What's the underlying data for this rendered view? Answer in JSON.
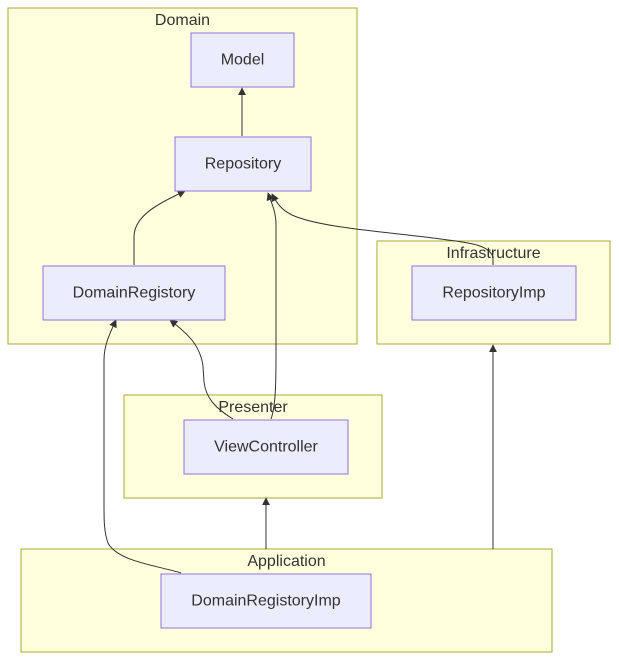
{
  "clusters": {
    "domain": {
      "label": "Domain"
    },
    "infrastructure": {
      "label": "Infrastructure"
    },
    "presenter": {
      "label": "Presenter"
    },
    "application": {
      "label": "Application"
    }
  },
  "nodes": {
    "model": {
      "label": "Model"
    },
    "repository": {
      "label": "Repository"
    },
    "domain_registory": {
      "label": "DomainRegistory"
    },
    "repository_imp": {
      "label": "RepositoryImp"
    },
    "view_controller": {
      "label": "ViewController"
    },
    "domain_registory_imp": {
      "label": "DomainRegistoryImp"
    }
  },
  "edges": [
    {
      "from": "Repository",
      "to": "Model"
    },
    {
      "from": "DomainRegistory",
      "to": "Repository"
    },
    {
      "from": "RepositoryImp",
      "to": "Repository"
    },
    {
      "from": "ViewController",
      "to": "Repository"
    },
    {
      "from": "ViewController",
      "to": "DomainRegistory"
    },
    {
      "from": "DomainRegistoryImp",
      "to": "DomainRegistory"
    },
    {
      "from": "Application",
      "to": "Presenter"
    },
    {
      "from": "Application",
      "to": "Infrastructure"
    }
  ],
  "colors": {
    "cluster_fill": "#ffffde",
    "cluster_stroke": "#aaaa33",
    "node_fill": "#ececff",
    "node_stroke": "#9370db",
    "edge": "#333333",
    "text": "#333333"
  }
}
